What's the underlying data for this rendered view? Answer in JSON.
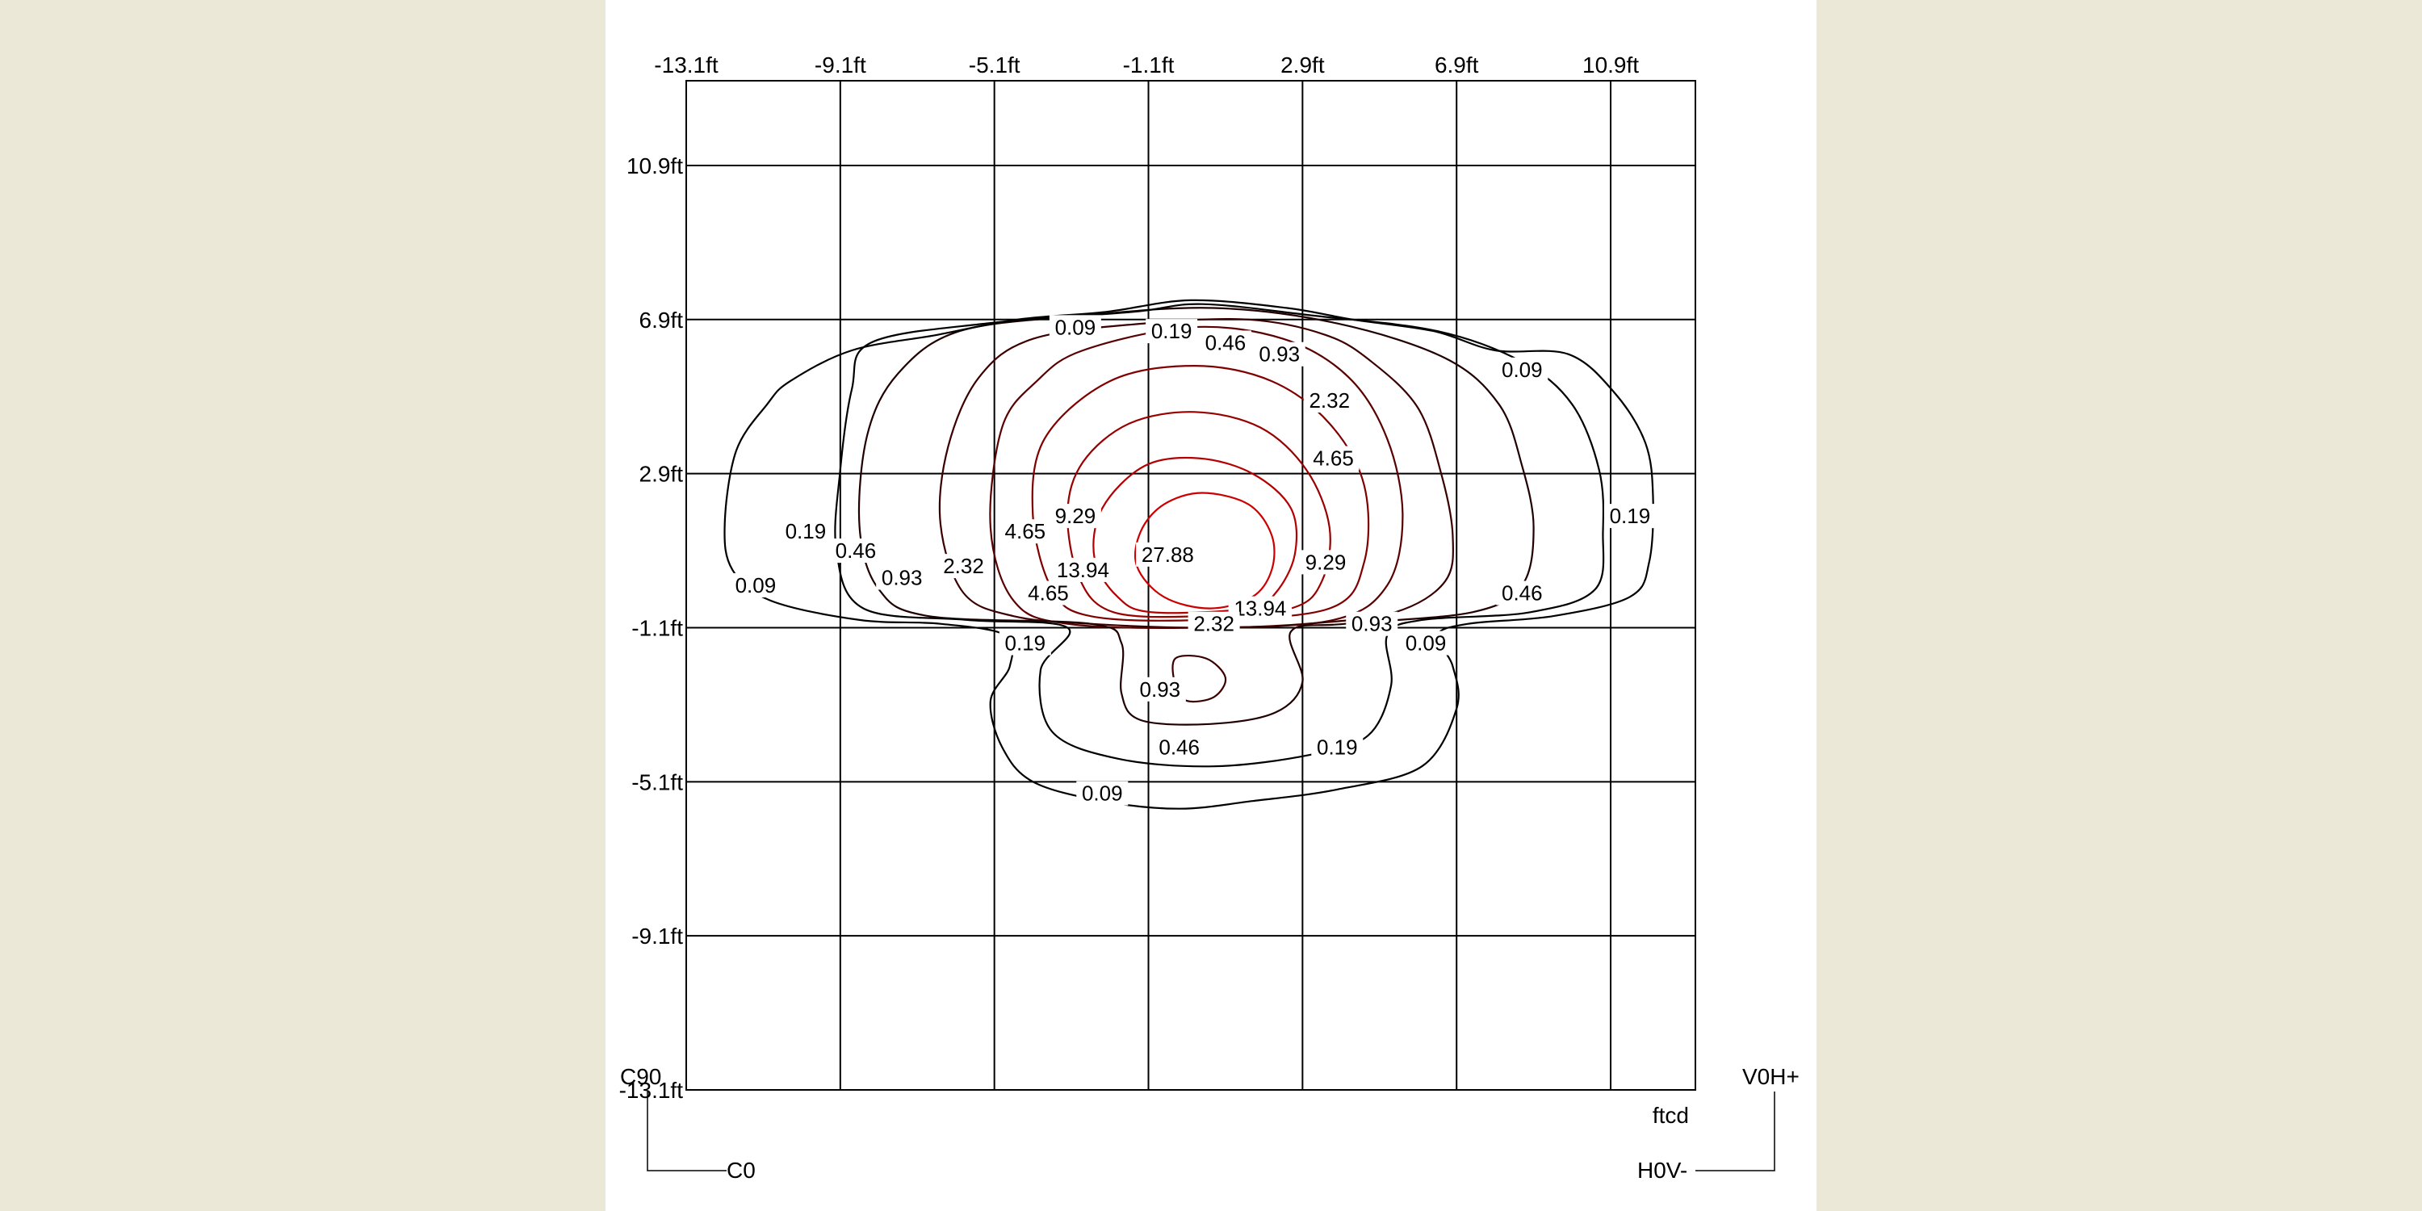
{
  "chart_data": {
    "type": "contour",
    "unit": "ftcd",
    "x_ticks": [
      "-13.1ft",
      "-9.1ft",
      "-5.1ft",
      "-1.1ft",
      "2.9ft",
      "6.9ft",
      "10.9ft"
    ],
    "y_ticks": [
      "10.9ft",
      "6.9ft",
      "2.9ft",
      "-1.1ft",
      "-5.1ft",
      "-9.1ft",
      "-13.1ft"
    ],
    "x_range": [
      -13.1,
      13.1
    ],
    "y_range": [
      -13.1,
      13.1
    ],
    "grid": true,
    "corner_labels": {
      "c90": "C90",
      "c0": "C0",
      "v0h_plus": "V0H+",
      "h0v_minus": "H0V-"
    },
    "levels": [
      {
        "value": 27.88,
        "color": "#cc0000",
        "points": [
          [
            -0.7,
            2.1
          ],
          [
            0.3,
            2.4
          ],
          [
            1.5,
            2.1
          ],
          [
            2.1,
            1.3
          ],
          [
            2.1,
            0.4
          ],
          [
            1.6,
            -0.3
          ],
          [
            0.5,
            -0.6
          ],
          [
            -0.7,
            -0.3
          ],
          [
            -1.4,
            0.5
          ],
          [
            -1.3,
            1.4
          ]
        ]
      },
      {
        "value": 13.94,
        "color": "#b30000",
        "points": [
          [
            -1.2,
            3.1
          ],
          [
            0.2,
            3.3
          ],
          [
            1.6,
            2.9
          ],
          [
            2.6,
            2.0
          ],
          [
            2.7,
            0.8
          ],
          [
            2.2,
            -0.2
          ],
          [
            1.5,
            -0.6
          ],
          [
            -1.0,
            -0.7
          ],
          [
            -1.9,
            -0.3
          ],
          [
            -2.5,
            0.7
          ],
          [
            -2.3,
            2.0
          ]
        ]
      },
      {
        "value": 9.29,
        "color": "#990000",
        "points": [
          [
            -1.6,
            4.2
          ],
          [
            0.1,
            4.5
          ],
          [
            1.8,
            4.1
          ],
          [
            3.0,
            3.0
          ],
          [
            3.6,
            1.5
          ],
          [
            3.4,
            0.1
          ],
          [
            2.6,
            -0.6
          ],
          [
            0.3,
            -0.8
          ],
          [
            -2.0,
            -0.7
          ],
          [
            -2.9,
            0.2
          ],
          [
            -3.2,
            1.9
          ],
          [
            -2.8,
            3.2
          ]
        ]
      },
      {
        "value": 4.65,
        "color": "#800000",
        "points": [
          [
            -2.1,
            5.3
          ],
          [
            0.1,
            5.7
          ],
          [
            2.1,
            5.3
          ],
          [
            3.6,
            4.2
          ],
          [
            4.5,
            2.6
          ],
          [
            4.5,
            0.6
          ],
          [
            3.6,
            -0.6
          ],
          [
            0.3,
            -0.9
          ],
          [
            -2.6,
            -0.8
          ],
          [
            -3.6,
            -0.1
          ],
          [
            -4.1,
            1.8
          ],
          [
            -3.8,
            3.8
          ]
        ]
      },
      {
        "value": 2.32,
        "color": "#5a0000",
        "points": [
          [
            -2.8,
            6.1
          ],
          [
            0.0,
            6.7
          ],
          [
            2.4,
            6.4
          ],
          [
            4.1,
            5.4
          ],
          [
            5.1,
            3.8
          ],
          [
            5.5,
            1.8
          ],
          [
            5.1,
            0.0
          ],
          [
            3.7,
            -0.9
          ],
          [
            0.3,
            -1.1
          ],
          [
            -3.2,
            -1.0
          ],
          [
            -4.6,
            -0.4
          ],
          [
            -5.2,
            1.5
          ],
          [
            -4.9,
            4.1
          ],
          [
            -4.0,
            5.3
          ]
        ]
      },
      {
        "value": 0.93,
        "color": "#3a0000",
        "points": [
          [
            -4.1,
            6.4
          ],
          [
            -1.2,
            6.8
          ],
          [
            1.5,
            6.9
          ],
          [
            3.5,
            6.5
          ],
          [
            4.7,
            5.8
          ],
          [
            5.9,
            4.6
          ],
          [
            6.5,
            2.9
          ],
          [
            6.8,
            1.3
          ],
          [
            6.6,
            0.1
          ],
          [
            5.3,
            -0.7
          ],
          [
            3.0,
            -1.0
          ],
          [
            0.3,
            -1.1
          ],
          [
            -2.6,
            -1.0
          ],
          [
            -4.6,
            -0.8
          ],
          [
            -5.9,
            -0.2
          ],
          [
            -6.5,
            1.6
          ],
          [
            -6.3,
            3.6
          ],
          [
            -5.5,
            5.4
          ]
        ]
      },
      {
        "value": 0.93,
        "color": "#3a0000",
        "points": [
          [
            -0.4,
            -1.9
          ],
          [
            0.4,
            -1.9
          ],
          [
            0.9,
            -2.4
          ],
          [
            0.6,
            -2.9
          ],
          [
            -0.1,
            -3.0
          ],
          [
            -0.4,
            -2.6
          ]
        ]
      },
      {
        "value": 0.46,
        "color": "#200000",
        "points": [
          [
            -6.0,
            6.6
          ],
          [
            -2.8,
            7.0
          ],
          [
            0.6,
            7.2
          ],
          [
            3.8,
            6.8
          ],
          [
            6.6,
            5.9
          ],
          [
            8.0,
            4.7
          ],
          [
            8.6,
            3.1
          ],
          [
            8.9,
            1.5
          ],
          [
            8.6,
            0.0
          ],
          [
            7.3,
            -0.7
          ],
          [
            4.0,
            -1.0
          ],
          [
            2.6,
            -1.2
          ],
          [
            2.9,
            -2.5
          ],
          [
            2.2,
            -3.3
          ],
          [
            0.5,
            -3.6
          ],
          [
            -1.3,
            -3.5
          ],
          [
            -1.8,
            -2.8
          ],
          [
            -1.8,
            -1.5
          ],
          [
            -2.6,
            -1.0
          ],
          [
            -6.8,
            -0.8
          ],
          [
            -8.1,
            -0.1
          ],
          [
            -8.6,
            1.5
          ],
          [
            -8.4,
            3.9
          ],
          [
            -7.6,
            5.5
          ]
        ]
      },
      {
        "value": 0.19,
        "color": "#000000",
        "points": [
          [
            -8.3,
            6.3
          ],
          [
            -5.3,
            6.8
          ],
          [
            -1.5,
            7.1
          ],
          [
            0.3,
            7.3
          ],
          [
            3.2,
            7.0
          ],
          [
            6.4,
            6.6
          ],
          [
            8.6,
            5.8
          ],
          [
            9.9,
            4.7
          ],
          [
            10.6,
            3.0
          ],
          [
            10.7,
            1.4
          ],
          [
            10.5,
            -0.1
          ],
          [
            8.8,
            -0.7
          ],
          [
            6.0,
            -0.9
          ],
          [
            5.1,
            -1.3
          ],
          [
            5.2,
            -2.6
          ],
          [
            4.6,
            -3.9
          ],
          [
            3.1,
            -4.4
          ],
          [
            0.6,
            -4.7
          ],
          [
            -1.9,
            -4.5
          ],
          [
            -3.6,
            -3.8
          ],
          [
            -3.9,
            -2.2
          ],
          [
            -3.2,
            -1.1
          ],
          [
            -5.8,
            -0.9
          ],
          [
            -8.5,
            -0.6
          ],
          [
            -9.2,
            0.9
          ],
          [
            -9.1,
            3.0
          ],
          [
            -8.8,
            5.1
          ]
        ]
      },
      {
        "value": 0.09,
        "color": "#000000",
        "points": [
          [
            -10.4,
            5.3
          ],
          [
            -8.8,
            6.1
          ],
          [
            -6.6,
            6.5
          ],
          [
            -4.5,
            6.9
          ],
          [
            -2.2,
            7.1
          ],
          [
            0.0,
            7.4
          ],
          [
            2.5,
            7.2
          ],
          [
            4.2,
            6.9
          ],
          [
            6.3,
            6.6
          ],
          [
            7.9,
            6.1
          ],
          [
            9.8,
            6.0
          ],
          [
            11.0,
            5.0
          ],
          [
            11.8,
            3.7
          ],
          [
            12.0,
            2.3
          ],
          [
            11.9,
            0.6
          ],
          [
            11.4,
            -0.3
          ],
          [
            9.4,
            -0.8
          ],
          [
            7.2,
            -1.0
          ],
          [
            6.4,
            -1.3
          ],
          [
            6.8,
            -2.1
          ],
          [
            6.9,
            -3.2
          ],
          [
            6.0,
            -4.7
          ],
          [
            3.8,
            -5.3
          ],
          [
            1.6,
            -5.6
          ],
          [
            -0.3,
            -5.8
          ],
          [
            -2.3,
            -5.6
          ],
          [
            -4.1,
            -5.1
          ],
          [
            -4.9,
            -4.2
          ],
          [
            -5.2,
            -3.0
          ],
          [
            -4.7,
            -2.1
          ],
          [
            -4.8,
            -1.3
          ],
          [
            -6.5,
            -1.0
          ],
          [
            -8.6,
            -0.9
          ],
          [
            -10.9,
            -0.4
          ],
          [
            -11.9,
            0.4
          ],
          [
            -12.1,
            1.6
          ],
          [
            -11.8,
            3.5
          ],
          [
            -11.0,
            4.7
          ]
        ]
      }
    ],
    "labels": [
      {
        "text": "27.88",
        "x": -0.6,
        "y": 0.8
      },
      {
        "text": "13.94",
        "x": -2.8,
        "y": 0.4
      },
      {
        "text": "13.94",
        "x": 1.8,
        "y": -0.6
      },
      {
        "text": "9.29",
        "x": -3.0,
        "y": 1.8
      },
      {
        "text": "9.29",
        "x": 3.5,
        "y": 0.6
      },
      {
        "text": "4.65",
        "x": -4.3,
        "y": 1.4
      },
      {
        "text": "4.65",
        "x": -3.7,
        "y": -0.2
      },
      {
        "text": "4.65",
        "x": 3.7,
        "y": 3.3
      },
      {
        "text": "2.32",
        "x": -5.9,
        "y": 0.5
      },
      {
        "text": "2.32",
        "x": 0.6,
        "y": -1.0
      },
      {
        "text": "2.32",
        "x": 3.6,
        "y": 4.8
      },
      {
        "text": "0.93",
        "x": -7.5,
        "y": 0.2
      },
      {
        "text": "0.93",
        "x": 2.3,
        "y": 6.0
      },
      {
        "text": "0.93",
        "x": 4.7,
        "y": -1.0
      },
      {
        "text": "0.93",
        "x": -0.8,
        "y": -2.7
      },
      {
        "text": "0.46",
        "x": -8.7,
        "y": 0.9
      },
      {
        "text": "0.46",
        "x": 0.9,
        "y": 6.3
      },
      {
        "text": "0.46",
        "x": 8.6,
        "y": -0.2
      },
      {
        "text": "0.46",
        "x": -0.3,
        "y": -4.2
      },
      {
        "text": "0.19",
        "x": -10.0,
        "y": 1.4
      },
      {
        "text": "0.19",
        "x": -0.5,
        "y": 6.6
      },
      {
        "text": "0.19",
        "x": 11.4,
        "y": 1.8
      },
      {
        "text": "0.19",
        "x": -4.3,
        "y": -1.5
      },
      {
        "text": "0.19",
        "x": 3.8,
        "y": -4.2
      },
      {
        "text": "0.09",
        "x": -11.3,
        "y": 0.0
      },
      {
        "text": "0.09",
        "x": -3.0,
        "y": 6.7
      },
      {
        "text": "0.09",
        "x": 8.6,
        "y": 5.6
      },
      {
        "text": "0.09",
        "x": 6.1,
        "y": -1.5
      },
      {
        "text": "0.09",
        "x": -2.3,
        "y": -5.4
      }
    ]
  }
}
